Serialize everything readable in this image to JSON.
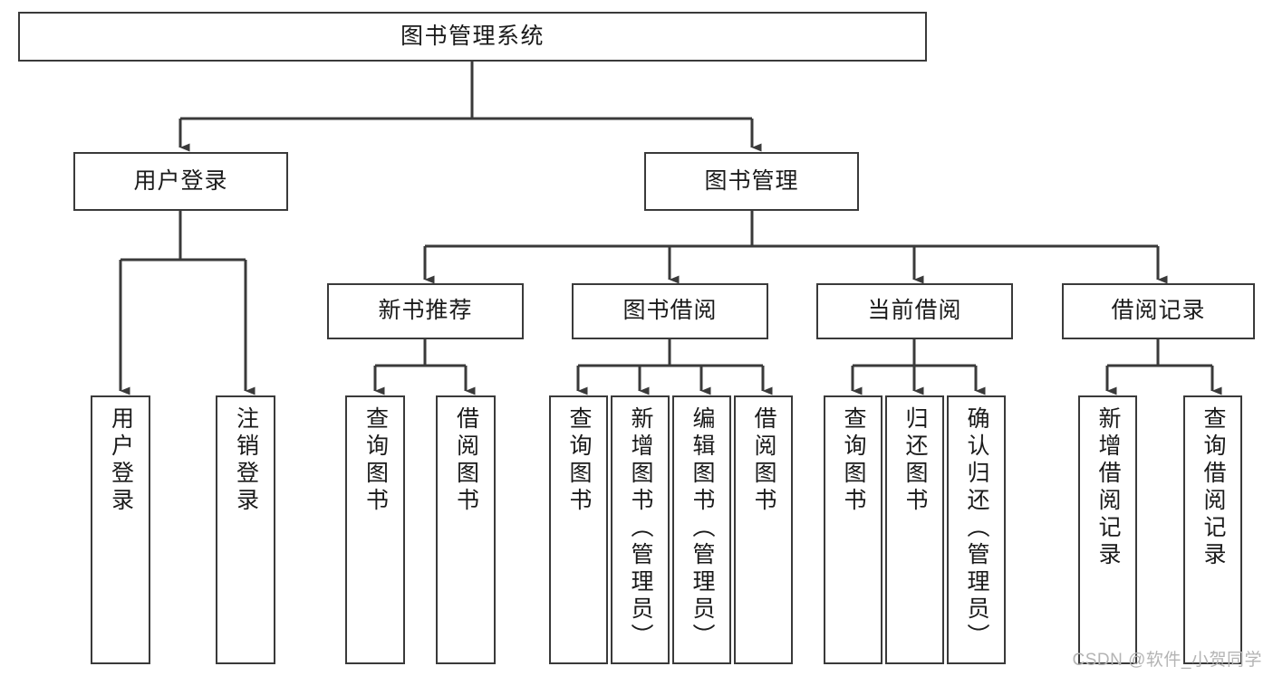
{
  "diagram": {
    "type": "tree-hierarchy",
    "title": "图书管理系统",
    "watermark": "CSDN @软件_小贺同学",
    "edge_color": "#3a3a3a",
    "box_border_color": "#3a3a3a",
    "box_fill_color": "#ffffff",
    "text_color": "#1a1a1a",
    "nodes": {
      "root": {
        "label": "图书管理系统",
        "level": 1
      },
      "user_login": {
        "label": "用户登录",
        "level": 2
      },
      "book_manage": {
        "label": "图书管理",
        "level": 2
      },
      "new_book_rec": {
        "label": "新书推荐",
        "level": 3
      },
      "book_borrow": {
        "label": "图书借阅",
        "level": 3
      },
      "current_borrow": {
        "label": "当前借阅",
        "level": 3
      },
      "borrow_record": {
        "label": "借阅记录",
        "level": 3
      },
      "leaf_user_login": {
        "label": "用户登录",
        "level": 4
      },
      "leaf_logout": {
        "label": "注销登录",
        "level": 4
      },
      "leaf_query_book_1": {
        "label": "查询图书",
        "level": 4
      },
      "leaf_borrow_book_1": {
        "label": "借阅图书",
        "level": 4
      },
      "leaf_query_book_2": {
        "label": "查询图书",
        "level": 4
      },
      "leaf_add_book": {
        "label": "新增图书（管理员）",
        "level": 4
      },
      "leaf_edit_book": {
        "label": "编辑图书（管理员）",
        "level": 4
      },
      "leaf_borrow_book_2": {
        "label": "借阅图书",
        "level": 4
      },
      "leaf_query_book_3": {
        "label": "查询图书",
        "level": 4
      },
      "leaf_return_book": {
        "label": "归还图书",
        "level": 4
      },
      "leaf_confirm_return": {
        "label": "确认归还（管理员）",
        "level": 4
      },
      "leaf_add_record": {
        "label": "新增借阅记录",
        "level": 4
      },
      "leaf_query_record": {
        "label": "查询借阅记录",
        "level": 4
      }
    },
    "edges": [
      {
        "from": "root",
        "to": "user_login"
      },
      {
        "from": "root",
        "to": "book_manage"
      },
      {
        "from": "user_login",
        "to": "leaf_user_login"
      },
      {
        "from": "user_login",
        "to": "leaf_logout"
      },
      {
        "from": "book_manage",
        "to": "new_book_rec"
      },
      {
        "from": "book_manage",
        "to": "book_borrow"
      },
      {
        "from": "book_manage",
        "to": "current_borrow"
      },
      {
        "from": "book_manage",
        "to": "borrow_record"
      },
      {
        "from": "new_book_rec",
        "to": "leaf_query_book_1"
      },
      {
        "from": "new_book_rec",
        "to": "leaf_borrow_book_1"
      },
      {
        "from": "book_borrow",
        "to": "leaf_query_book_2"
      },
      {
        "from": "book_borrow",
        "to": "leaf_add_book"
      },
      {
        "from": "book_borrow",
        "to": "leaf_edit_book"
      },
      {
        "from": "book_borrow",
        "to": "leaf_borrow_book_2"
      },
      {
        "from": "current_borrow",
        "to": "leaf_query_book_3"
      },
      {
        "from": "current_borrow",
        "to": "leaf_return_book"
      },
      {
        "from": "current_borrow",
        "to": "leaf_confirm_return"
      },
      {
        "from": "borrow_record",
        "to": "leaf_add_record"
      },
      {
        "from": "borrow_record",
        "to": "leaf_query_record"
      }
    ]
  }
}
